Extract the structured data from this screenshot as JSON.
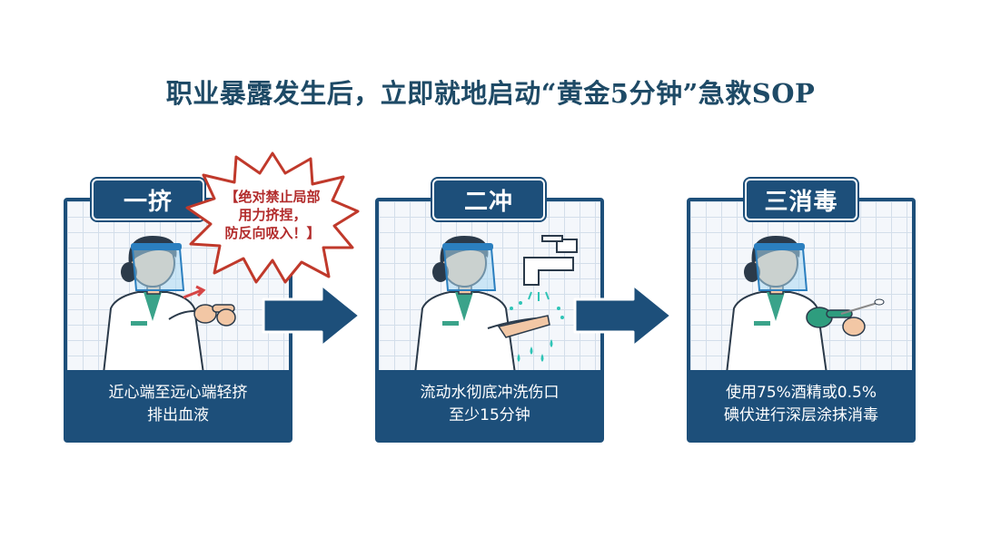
{
  "title": "职业暴露发生后，立即就地启动“黄金5分钟”急救SOP",
  "steps": [
    {
      "label": "一挤",
      "caption_line1": "近心端至远心端轻挤",
      "caption_line2": "排出血液",
      "icon": "squeeze-finger-icon"
    },
    {
      "label": "二冲",
      "caption_line1": "流动水彻底冲洗伤口",
      "caption_line2": "至少15分钟",
      "icon": "faucet-icon"
    },
    {
      "label": "三消毒",
      "caption_line1": "使用75%酒精或0.5%",
      "caption_line2": "碘伏进行深层涂抹消毒",
      "icon": "swab-icon"
    }
  ],
  "warning": {
    "line1": "【绝对禁止局部",
    "line2": "用力挤捏，",
    "line3": "防反向吸入！】"
  },
  "colors": {
    "primary": "#1d4f7a",
    "title": "#1e4a66",
    "warning_text": "#b22b2b",
    "warning_border": "#c0392b",
    "water": "#2ec4b6"
  }
}
